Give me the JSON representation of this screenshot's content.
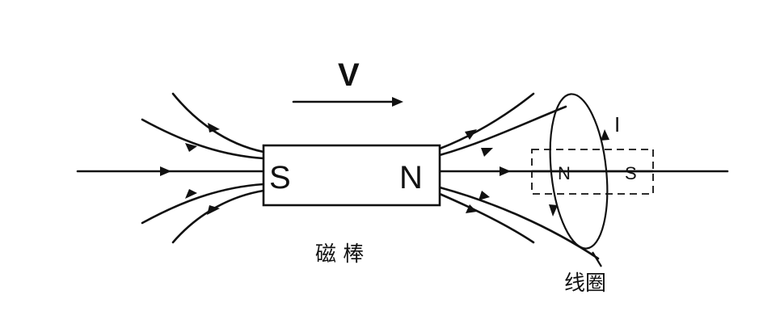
{
  "velocity_label": "V",
  "magnet": {
    "left_pole": "S",
    "right_pole": "N",
    "caption": "磁 棒"
  },
  "induced_magnet": {
    "left_pole": "N",
    "right_pole": "S"
  },
  "current_label": "I",
  "coil_caption": "线圈"
}
